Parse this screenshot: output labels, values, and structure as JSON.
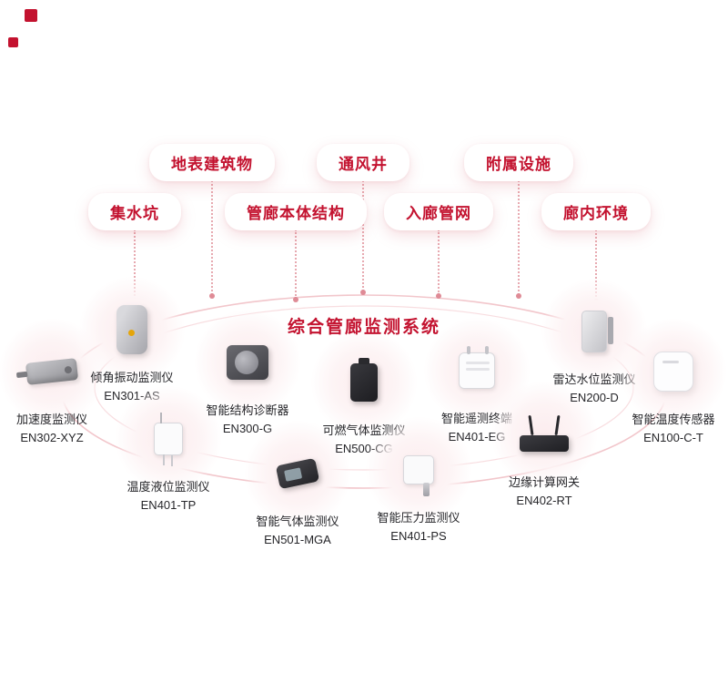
{
  "colors": {
    "accent": "#c3122f",
    "line": "#e7a9b0",
    "glow": "#fcecee"
  },
  "center_title": "综合管廊监测系统",
  "category_pills": [
    {
      "label": "地表建筑物"
    },
    {
      "label": "通风井"
    },
    {
      "label": "附属设施"
    },
    {
      "label": "集水坑"
    },
    {
      "label": "管廊本体结构"
    },
    {
      "label": "入廊管网"
    },
    {
      "label": "廊内环境"
    }
  ],
  "devices": [
    {
      "name": "加速度监测仪",
      "model": "EN302-XYZ",
      "icon": "accelerometer-device"
    },
    {
      "name": "倾角振动监测仪",
      "model": "EN301-AS",
      "icon": "tilt-vibration-device"
    },
    {
      "name": "温度液位监测仪",
      "model": "EN401-TP",
      "icon": "temperature-level-device"
    },
    {
      "name": "智能结构诊断器",
      "model": "EN300-G",
      "icon": "structure-diagnostics-device"
    },
    {
      "name": "智能气体监测仪",
      "model": "EN501-MGA",
      "icon": "smart-gas-device"
    },
    {
      "name": "可燃气体监测仪",
      "model": "EN500-CG",
      "icon": "combustible-gas-device"
    },
    {
      "name": "智能压力监测仪",
      "model": "EN401-PS",
      "icon": "pressure-device"
    },
    {
      "name": "智能遥测终端",
      "model": "EN401-EG",
      "icon": "telemetry-terminal-device"
    },
    {
      "name": "边缘计算网关",
      "model": "EN402-RT",
      "icon": "edge-gateway-device"
    },
    {
      "name": "雷达水位监测仪",
      "model": "EN200-D",
      "icon": "radar-level-device"
    },
    {
      "name": "智能温度传感器",
      "model": "EN100-C-T",
      "icon": "temperature-sensor-device"
    }
  ]
}
